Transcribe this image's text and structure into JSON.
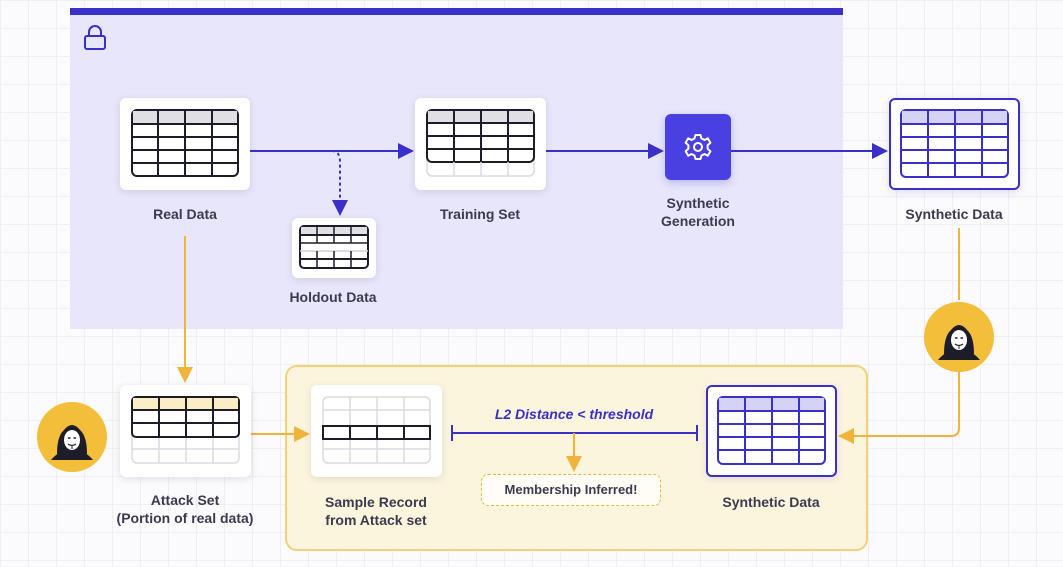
{
  "nodes": {
    "real_data": "Real Data",
    "holdout_data": "Holdout Data",
    "training_set": "Training Set",
    "synthetic_generation": "Synthetic\nGeneration",
    "synthetic_data_top": "Synthetic Data",
    "attack_set": "Attack Set\n(Portion of real data)",
    "sample_record": "Sample Record\nfrom Attack set",
    "synthetic_data_bottom": "Synthetic Data"
  },
  "distance_label": "L2 Distance < threshold",
  "result_label": "Membership Inferred!",
  "icons": [
    "lock-icon",
    "gear-icon",
    "hacker-icon"
  ],
  "colors": {
    "private_zone": "#e7e6fb",
    "accent": "#3a30c8",
    "attack_zone": "#fcf5dd",
    "attack_accent": "#f3be3a"
  }
}
